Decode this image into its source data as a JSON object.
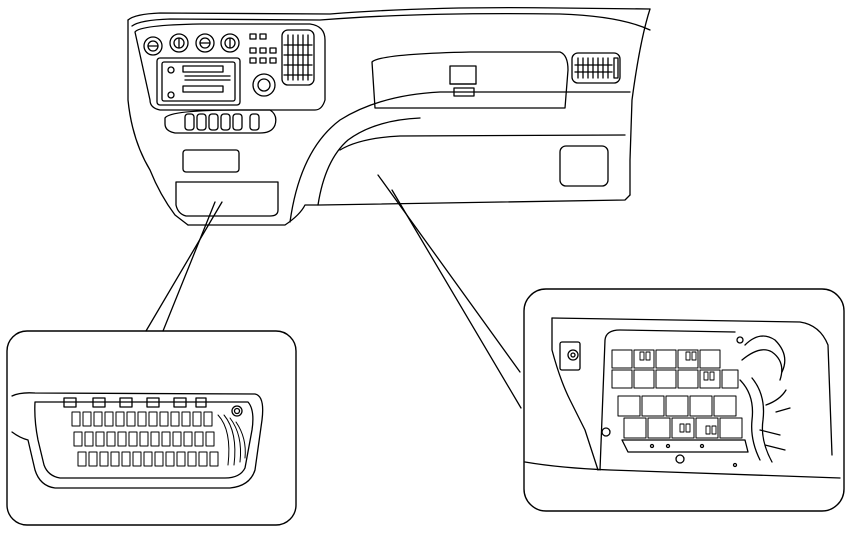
{
  "figure": {
    "line_color": "#000000",
    "background": "#ffffff",
    "components": {
      "dashboard": "dashboard-outline",
      "left_callout": "obd-diagnostic-connector",
      "right_callout": "fuse-relay-box"
    }
  }
}
